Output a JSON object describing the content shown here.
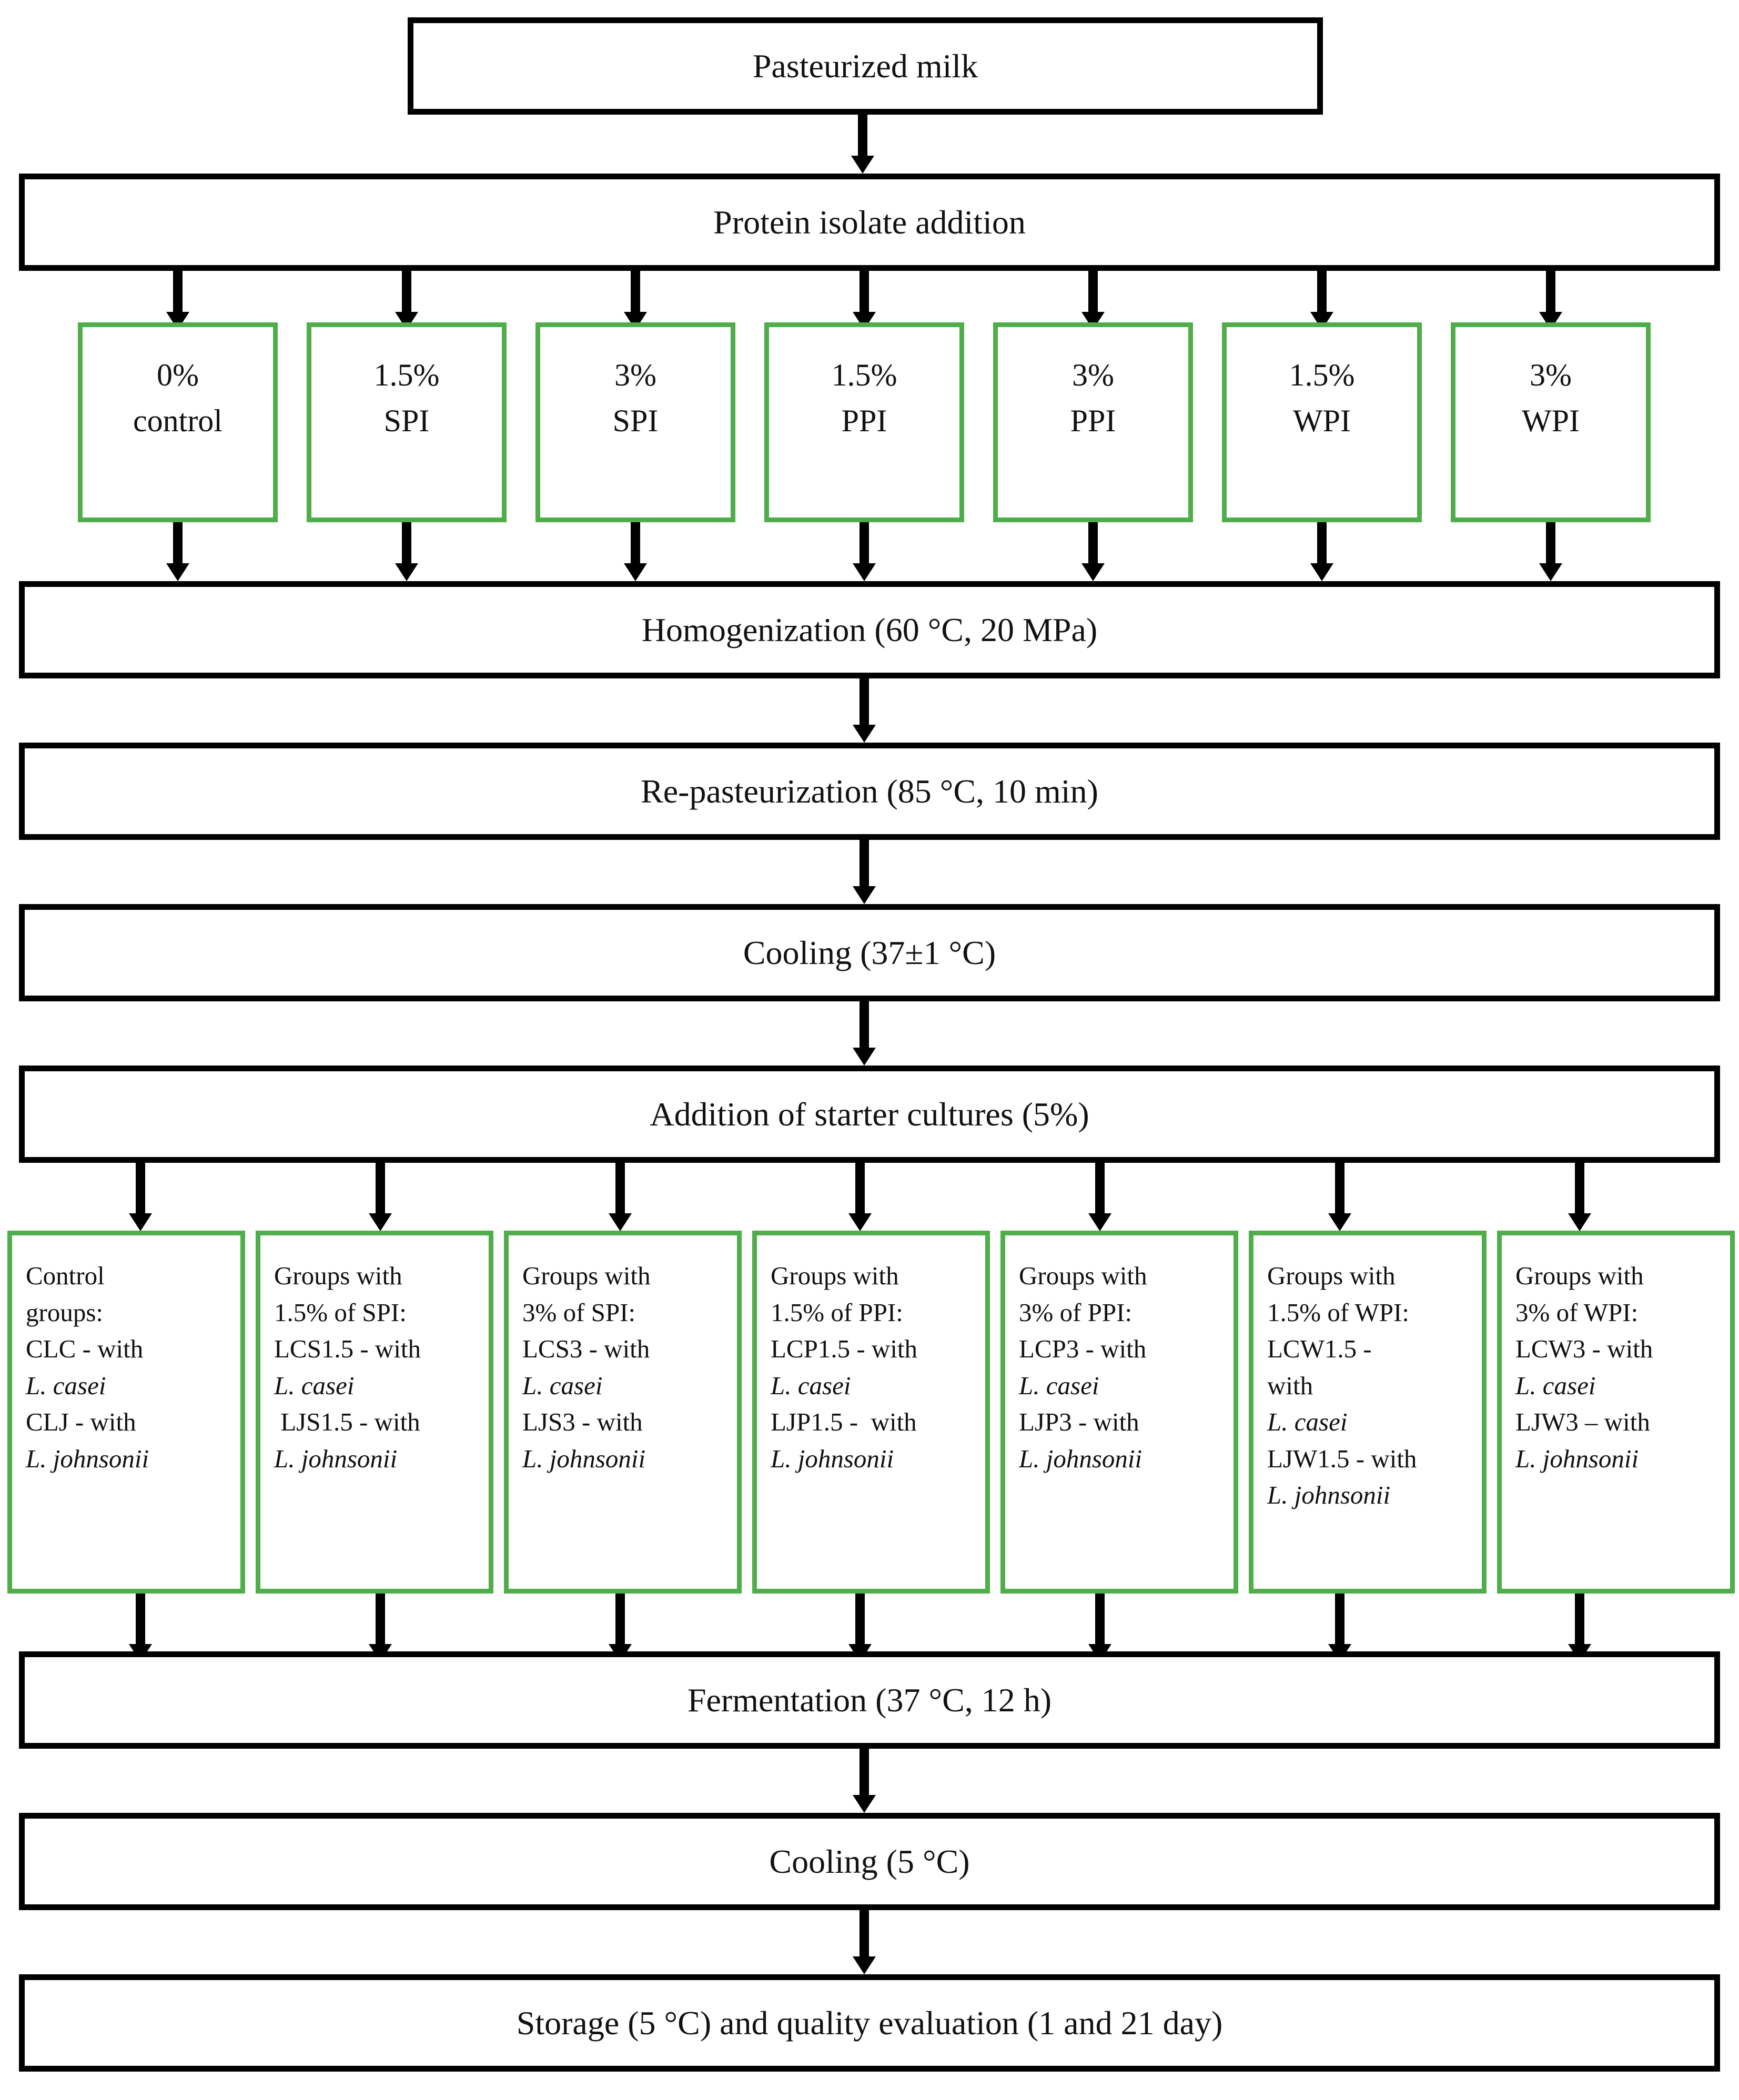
{
  "diagram": {
    "title": "Yogurt production process flowchart",
    "colors": {
      "box_border": "#000000",
      "group_border": "#4FAD4A",
      "background": "#ffffff",
      "text": "#111111"
    }
  },
  "process_steps": {
    "pasteurized_milk": "Pasteurized milk",
    "protein_isolate_addition": "Protein isolate addition",
    "homogenization": "Homogenization (60 °C, 20 MPa)",
    "repasteurization": "Re-pasteurization (85 °C,  10 min)",
    "cooling_37": "Cooling (37±1 °C)",
    "starter_cultures": "Addition of starter cultures (5%)",
    "fermentation": "Fermentation (37 °C, 12 h)",
    "cooling_5": "Cooling (5 °C)",
    "storage": "Storage (5 °C) and quality evaluation (1 and 21 day)"
  },
  "isolate_levels": [
    {
      "line1": "0%",
      "line2": "control"
    },
    {
      "line1": "1.5%",
      "line2": "SPI"
    },
    {
      "line1": "3%",
      "line2": "SPI"
    },
    {
      "line1": "1.5%",
      "line2": "PPI"
    },
    {
      "line1": "3%",
      "line2": "PPI"
    },
    {
      "line1": "1.5%",
      "line2": "WPI"
    },
    {
      "line1": "3%",
      "line2": "WPI"
    }
  ],
  "culture_groups": [
    {
      "heading1": "Control",
      "heading2": "groups:",
      "code1": "CLC - with",
      "strain1": "L. casei",
      "code2": "CLJ - with",
      "strain2": "L. johnsonii"
    },
    {
      "heading1": "Groups with",
      "heading2": "1.5% of SPI:",
      "code1": "LCS1.5 - with",
      "strain1": "L. casei",
      "code2": " LJS1.5 - with",
      "strain2": "L. johnsonii"
    },
    {
      "heading1": "Groups with",
      "heading2": "3% of SPI:",
      "code1": "LCS3 - with",
      "strain1": "L. casei",
      "code2": "LJS3 - with",
      "strain2": "L. johnsonii"
    },
    {
      "heading1": "Groups with",
      "heading2": "1.5% of PPI:",
      "code1": "LCP1.5 - with",
      "strain1": "L. casei",
      "code2": "LJP1.5 -  with",
      "strain2": "L. johnsonii"
    },
    {
      "heading1": "Groups with",
      "heading2": "3% of PPI:",
      "code1": "LCP3 - with",
      "strain1": "L. casei",
      "code2": "LJP3 - with",
      "strain2": "L. johnsonii"
    },
    {
      "heading1": "Groups with",
      "heading2": "1.5% of WPI:",
      "code1": "LCW1.5 -",
      "code1b": "with",
      "strain1": "L. casei",
      "code2": "LJW1.5 - with",
      "strain2": "L. johnsonii"
    },
    {
      "heading1": "Groups with",
      "heading2": "3% of WPI:",
      "code1": "LCW3 - with",
      "strain1": "L. casei",
      "code2": "LJW3 – with",
      "strain2": "L. johnsonii"
    }
  ]
}
